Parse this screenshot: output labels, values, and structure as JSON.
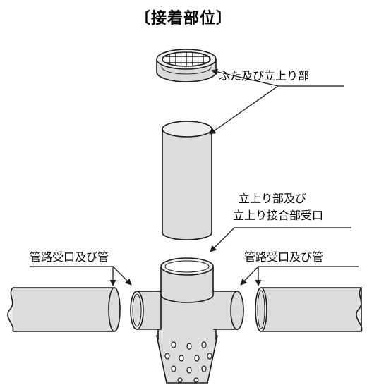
{
  "title": "〔接着部位〕",
  "labels": {
    "cap": "ふた及び立上り部",
    "riser_line1": "立上り部及び",
    "riser_line2": "立上り接合部受口",
    "pipe_left": "管路受口及び管",
    "pipe_right": "管路受口及び管"
  },
  "colors": {
    "fill": "#dcdcdc",
    "fill_light": "#eeeeee",
    "stroke": "#1a1a1a"
  }
}
